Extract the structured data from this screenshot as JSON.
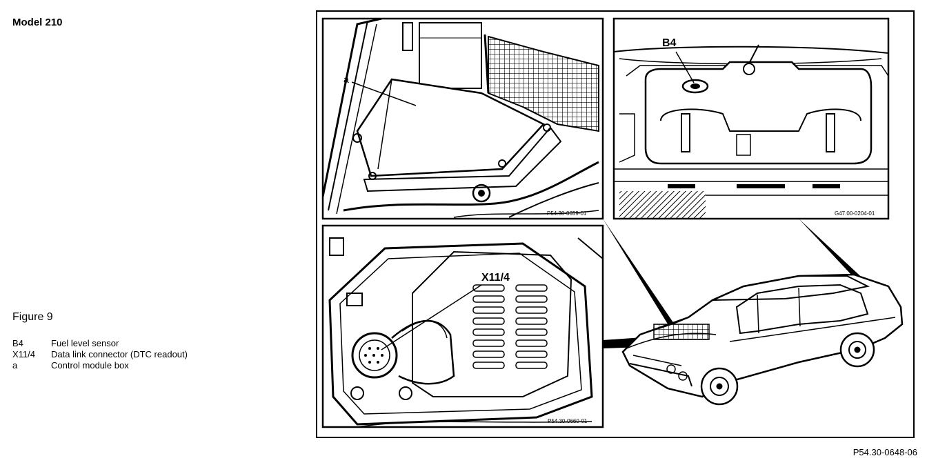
{
  "header": {
    "model": "Model 210"
  },
  "figure": {
    "label": "Figure 9"
  },
  "legend": [
    {
      "code": "B4",
      "description": "Fuel level sensor"
    },
    {
      "code": "X11/4",
      "description": "Data link connector (DTC readout)"
    },
    {
      "code": "a",
      "description": "Control module box"
    }
  ],
  "panels": {
    "engine_bay": {
      "callout": "a",
      "ref": "P54.30-0659-01"
    },
    "trunk": {
      "callout": "B4",
      "ref": "G47.00-0204-01"
    },
    "connector_box": {
      "callout": "X11/4",
      "ref": "P54.30-0660-01"
    }
  },
  "footer": {
    "ref": "P54.30-0648-06"
  }
}
